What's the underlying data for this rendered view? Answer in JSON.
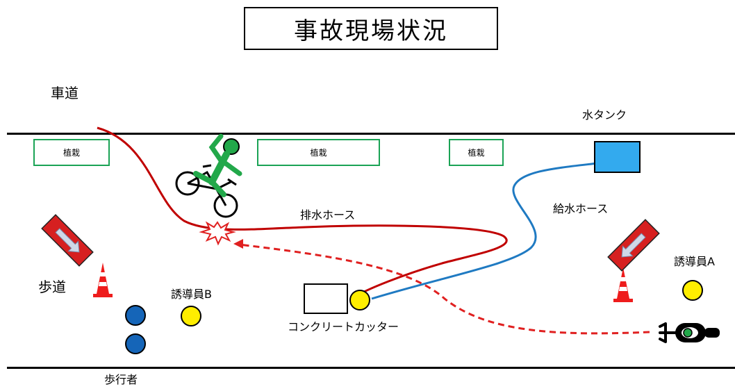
{
  "title": "事故現場状況",
  "labels": {
    "roadway": "車道",
    "sidewalk": "歩道",
    "pedestrians": "歩行者",
    "water_tank": "水タンク",
    "supply_hose": "給水ホース",
    "drain_hose": "排水ホース",
    "concrete_cutter": "コンクリートカッター",
    "guide_a": "誘導員A",
    "guide_b": "誘導員B"
  },
  "planters": [
    "植栽",
    "植栽",
    "植栽"
  ],
  "colors": {
    "drain_hose": "#c00000",
    "supply_hose": "#1f7ac2",
    "planter_border": "#1aa355",
    "cyclist": "#22a84a",
    "guide_person": "#ffee00",
    "pedestrian": "#1565b8",
    "water_tank": "#33aaee",
    "cone": "#ee1c1c",
    "sign": "#d62020",
    "path": "#e02020"
  }
}
